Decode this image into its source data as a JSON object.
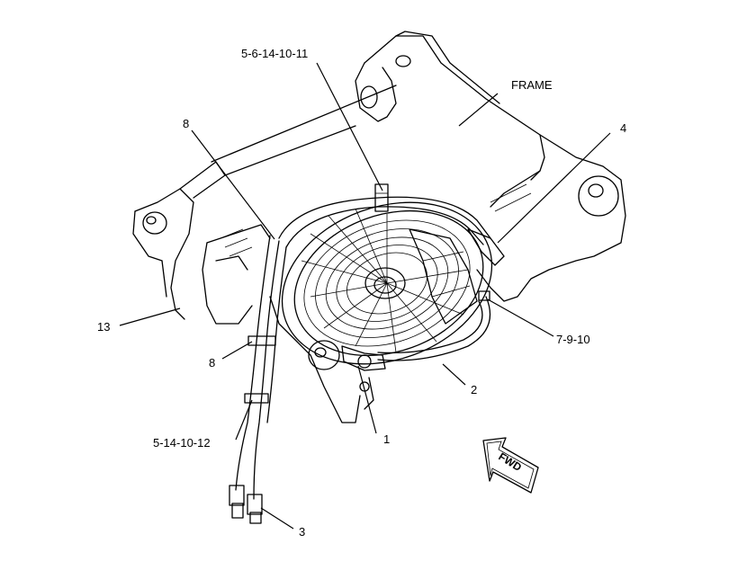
{
  "callouts": {
    "c_5_6_14_10_11": "5-6-14-10-11",
    "c_frame": "FRAME",
    "c_8_top": "8",
    "c_4": "4",
    "c_13": "13",
    "c_7_9_10": "7-9-10",
    "c_8_mid": "8",
    "c_2": "2",
    "c_1": "1",
    "c_5_14_10_12": "5-14-10-12",
    "c_3": "3"
  },
  "direction_arrow": {
    "label": "FWD"
  }
}
